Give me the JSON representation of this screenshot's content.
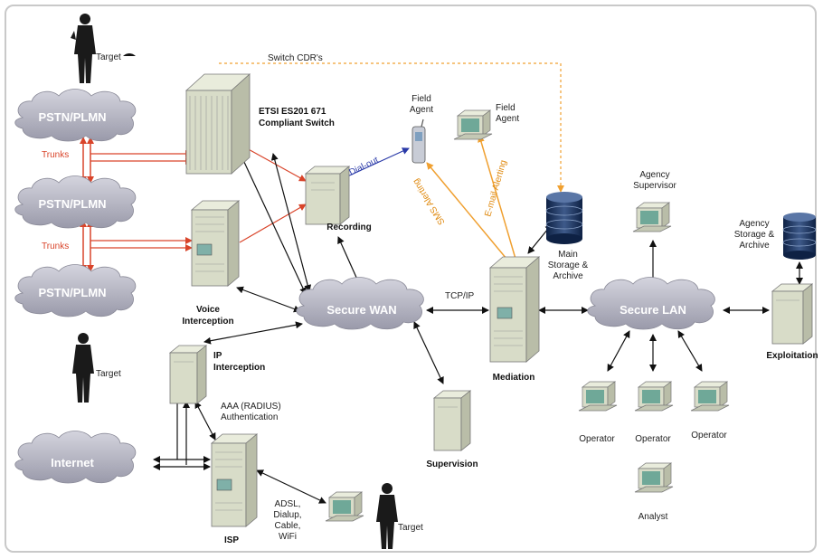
{
  "labels": {
    "target_top": "Target",
    "target_mid": "Target",
    "target_bottom": "Target",
    "switch_cdrs": "Switch CDR's",
    "etsi_line1": "ETSI ES201 671",
    "etsi_line2": "Compliant Switch",
    "trunks_1": "Trunks",
    "trunks_2": "Trunks",
    "dial_out": "Dial-out",
    "sms_alerting": "SMS Alerting",
    "email_alerting": "E-mail Alerting",
    "field_agent_1a": "Field",
    "field_agent_1b": "Agent",
    "field_agent_2a": "Field",
    "field_agent_2b": "Agent",
    "recording": "Recording",
    "voice_line1": "Voice",
    "voice_line2": "Interception",
    "ip_line1": "IP",
    "ip_line2": "Interception",
    "aaa_line1": "AAA (RADIUS)",
    "aaa_line2": "Authentication",
    "tcpip": "TCP/IP",
    "supervision": "Supervision",
    "mediation": "Mediation",
    "main_storage_1": "Main",
    "main_storage_2": "Storage &",
    "main_storage_3": "Archive",
    "agency_sup_1": "Agency",
    "agency_sup_2": "Supervisor",
    "agency_store_1": "Agency",
    "agency_store_2": "Storage &",
    "agency_store_3": "Archive",
    "exploitation": "Exploitation",
    "operator_1": "Operator",
    "operator_2": "Operator",
    "operator_3": "Operator",
    "analyst": "Analyst",
    "isp": "ISP",
    "access_1": "ADSL,",
    "access_2": "Dialup,",
    "access_3": "Cable,",
    "access_4": "WiFi"
  },
  "clouds": {
    "pstn_1": "PSTN/PLMN",
    "pstn_2": "PSTN/PLMN",
    "pstn_3": "PSTN/PLMN",
    "internet": "Internet",
    "secure_wan": "Secure WAN",
    "secure_lan": "Secure LAN"
  },
  "colors": {
    "cloud_fill": "#b9b9c6",
    "trunk_red": "#d9442a",
    "dial_blue": "#2a3aa8",
    "alert_orange": "#f0a030",
    "equipment": "#d8dcc8",
    "storage_blue": "#1c3566"
  }
}
